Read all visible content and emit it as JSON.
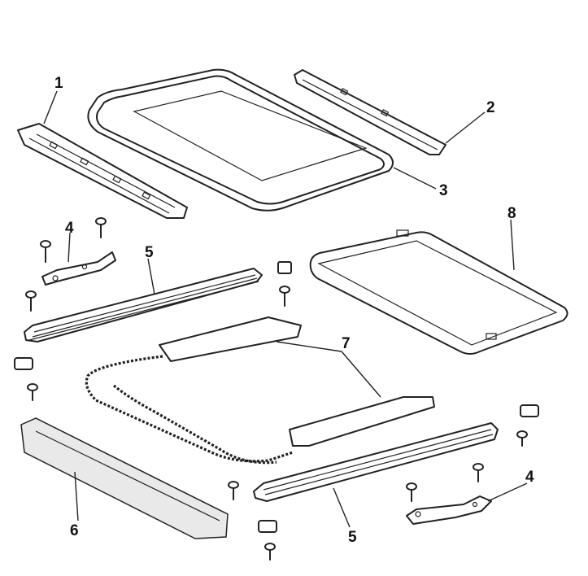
{
  "diagram": {
    "callouts": [
      {
        "id": "c1",
        "label": "1"
      },
      {
        "id": "c2",
        "label": "2"
      },
      {
        "id": "c3",
        "label": "3"
      },
      {
        "id": "c4a",
        "label": "4"
      },
      {
        "id": "c5a",
        "label": "5"
      },
      {
        "id": "c8",
        "label": "8"
      },
      {
        "id": "c7",
        "label": "7"
      },
      {
        "id": "c6",
        "label": "6"
      },
      {
        "id": "c5b",
        "label": "5"
      },
      {
        "id": "c4b",
        "label": "4"
      }
    ]
  }
}
